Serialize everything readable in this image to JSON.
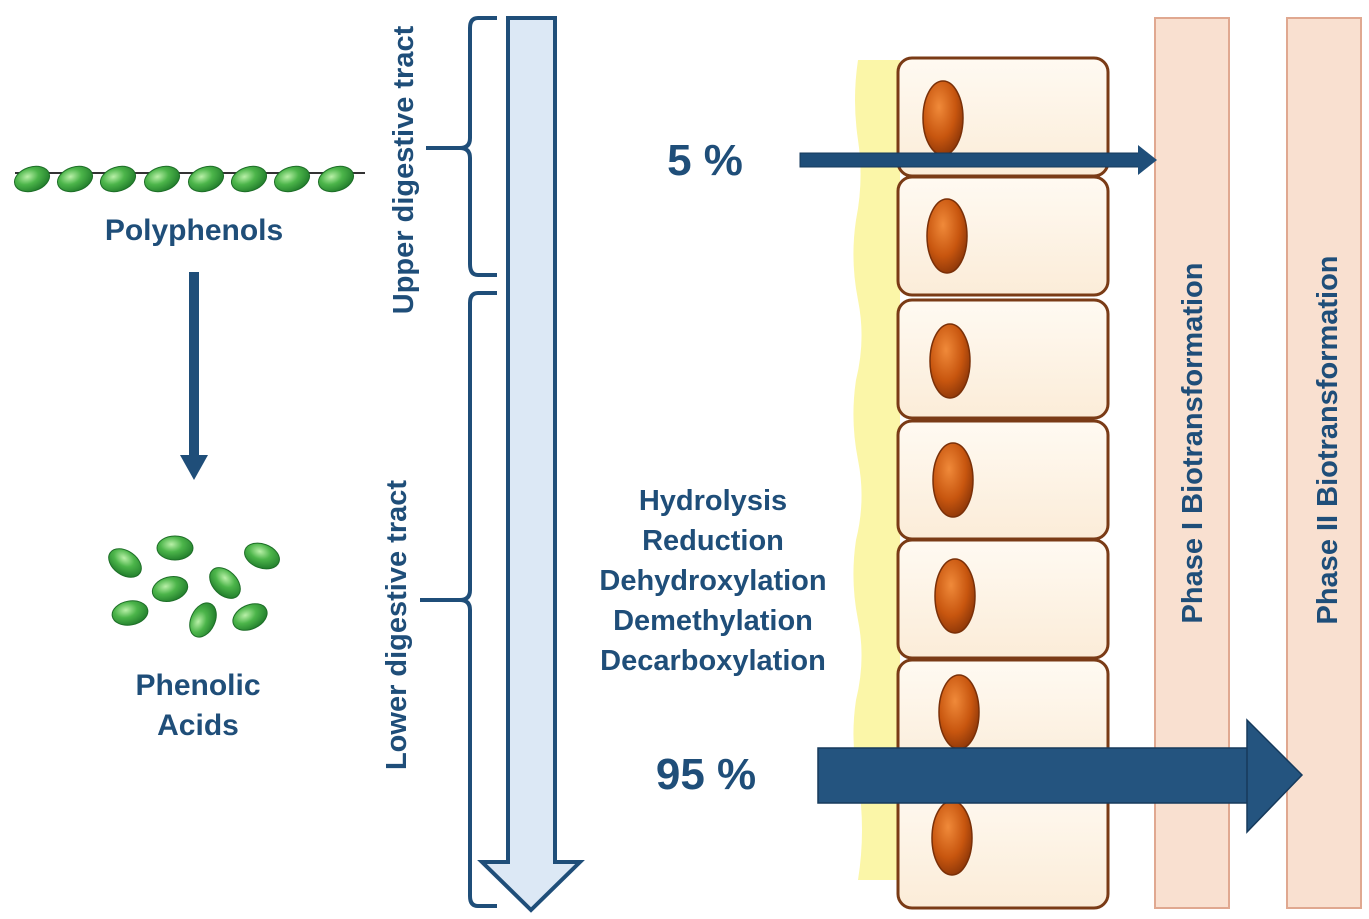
{
  "labels": {
    "polyphenols": "Polyphenols",
    "phenolic_line1": "Phenolic",
    "phenolic_line2": "Acids",
    "upper_tract": "Upper digestive tract",
    "lower_tract": "Lower digestive tract",
    "pct_small": "5 %",
    "pct_large": "95 %",
    "phase1": "Phase I Biotransformation",
    "phase2": "Phase II Biotransformation"
  },
  "reactions": [
    "Hydrolysis",
    "Reduction",
    "Dehydroxylation",
    "Demethylation",
    "Decarboxylation"
  ],
  "colors": {
    "text": "#1f4e79",
    "arrow": "#1f4e79",
    "bead": "#3aa23a",
    "gut_arrow_fill": "#dce8f5",
    "cell_fill": "#fdf1e2",
    "cell_border": "#7a3b16",
    "nucleus": "#c85410",
    "mucus": "#fbf6a8",
    "phase_fill": "#f9e0d0",
    "phase_border": "#e0a890"
  }
}
